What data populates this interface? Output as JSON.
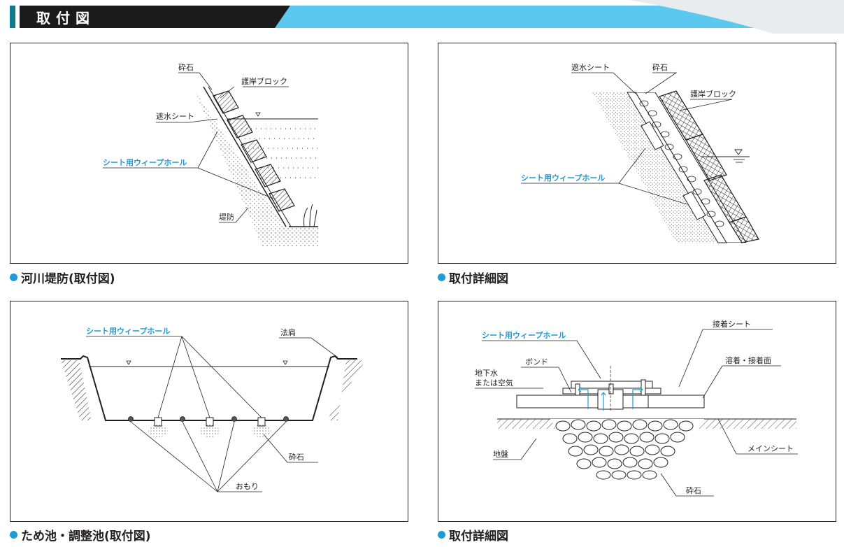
{
  "header": {
    "title": "取付図"
  },
  "panels": {
    "river": {
      "caption": "河川堤防(取付図)",
      "labels": {
        "gravel": "砕石",
        "block": "護岸ブロック",
        "sheet": "遮水シート",
        "weephole": "シート用ウィープホール",
        "levee": "堤防"
      }
    },
    "detail1": {
      "caption": "取付詳細図",
      "labels": {
        "sheet": "遮水シート",
        "gravel": "砕石",
        "block": "護岸ブロック",
        "weephole": "シート用ウィープホール"
      }
    },
    "pond": {
      "caption": "ため池・調整池(取付図)",
      "labels": {
        "weephole": "シート用ウィープホール",
        "shoulder": "法肩",
        "gravel": "砕石",
        "weight": "おもり"
      }
    },
    "detail2": {
      "caption": "取付詳細図",
      "labels": {
        "weephole": "シート用ウィープホール",
        "adhesive_sheet": "接着シート",
        "bond": "ボンド",
        "welding_surface": "溶着・接着面",
        "groundwater_line1": "地下水",
        "groundwater_line2": "または空気",
        "main_sheet": "メインシート",
        "ground": "地盤",
        "gravel": "砕石"
      }
    }
  },
  "colors": {
    "header_dark": "#1b1b1b",
    "header_teal": "#0e7a8c",
    "header_blue": "#5bc8f0",
    "accent_blue": "#1f9bd7",
    "line": "#231f20"
  }
}
